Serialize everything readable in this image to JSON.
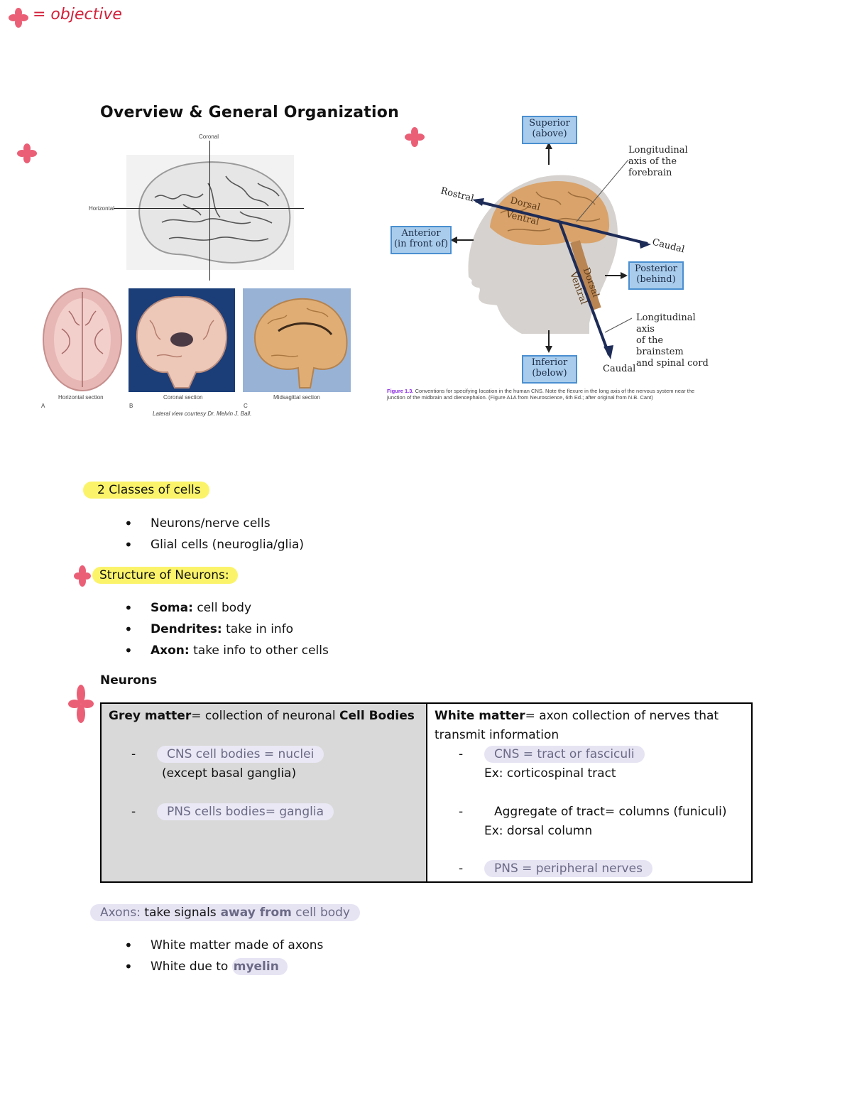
{
  "legend": {
    "text": "= objective"
  },
  "section_title": "Overview & General Organization",
  "sections_figure": {
    "labels": {
      "coronal": "Coronal",
      "horizontal": "Horizontal"
    },
    "captions": [
      "Horizontal section",
      "Coronal section",
      "Midsagittal section"
    ],
    "letters": [
      "A",
      "B",
      "C"
    ],
    "credit": "Lateral view courtesy Dr. Melvin J. Ball."
  },
  "axes_figure": {
    "boxes": {
      "superior": [
        "Superior",
        "(above)"
      ],
      "anterior": [
        "Anterior",
        "(in front of)"
      ],
      "posterior": [
        "Posterior",
        "(behind)"
      ],
      "inferior": [
        "Inferior",
        "(below)"
      ]
    },
    "labels": {
      "rostral": "Rostral",
      "caudal_top": "Caudal",
      "caudal_bottom": "Caudal",
      "dorsal_top": "Dorsal",
      "ventral_top": "Ventral",
      "dorsal_side": "Dorsal",
      "ventral_side": "Ventral",
      "long_axis_forebrain": [
        "Longitudinal",
        "axis of the",
        "forebrain"
      ],
      "long_axis_brainstem": [
        "Longitudinal axis",
        "of the brainstem",
        "and spinal cord"
      ]
    },
    "caption_label": "Figure 1.3.",
    "caption": "Conventions for specifying location in the human CNS. Note the flexure in the long axis of the nervous system near the junction of the midbrain and diencephalon. (Figure A1A from Neuroscience, 6th Ed.; after original from N.B. Cant)"
  },
  "classes": {
    "heading": "2 Classes of cells",
    "items": [
      "Neurons/nerve cells",
      "Glial cells (neuroglia/glia)"
    ]
  },
  "structure": {
    "heading": "Structure of Neurons:",
    "items": [
      {
        "term": "Soma:",
        "desc": " cell body"
      },
      {
        "term": "Dendrites:",
        "desc": " take in info"
      },
      {
        "term": "Axon:",
        "desc": " take info to other cells"
      }
    ]
  },
  "neurons_heading": "Neurons",
  "table": {
    "grey": {
      "title_bold": "Grey matter",
      "title_rest": "= collection of neuronal ",
      "title_bold2": "Cell Bodies",
      "item1": "CNS cell bodies = nuclei",
      "item1_note": "(except basal ganglia)",
      "item2_bold": "PNS cells bodies",
      "item2_rest": "= ganglia"
    },
    "white": {
      "title_bold": "White matter",
      "title_rest": "= axon collection of nerves that transmit information",
      "item1": "CNS = tract or fasciculi",
      "item1_ex": "Ex: corticospinal tract",
      "item2": "Aggregate of tract= columns (funiculi)",
      "item2_ex": "Ex: dorsal column",
      "item3": "PNS = peripheral nerves"
    }
  },
  "axons": {
    "term": "Axons:",
    "desc_plain": " take signals",
    "desc_bold": " away from",
    "desc_end": " cell body",
    "items": [
      {
        "plain": "White matter made of axons",
        "bold": ""
      },
      {
        "plain": "White due to ",
        "bold": "myelin"
      }
    ]
  },
  "colors": {
    "star": "#e8445f",
    "highlight_yellow": "#fbf46a",
    "highlight_lavender": "#e6e4f3",
    "box_blue": "#a9ccec",
    "arrow_navy": "#1d2b57"
  }
}
